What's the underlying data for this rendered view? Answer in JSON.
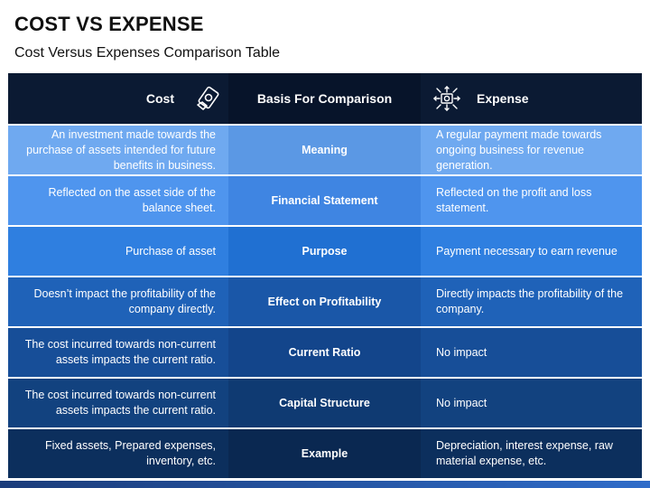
{
  "title": "COST VS EXPENSE",
  "subtitle": "Cost Versus Expenses Comparison Table",
  "headers": {
    "cost": "Cost",
    "basis": "Basis For Comparison",
    "expense": "Expense",
    "cost_icon": "money-hand-icon",
    "expense_icon": "dollar-arrows-icon"
  },
  "rows": [
    {
      "basis": "Meaning",
      "cost": "An investment made towards the purchase of assets intended for future benefits in business.",
      "expense": "A regular payment made towards ongoing business for revenue generation."
    },
    {
      "basis": "Financial Statement",
      "cost": "Reflected on the asset side of the balance sheet.",
      "expense": "Reflected on the profit and loss statement."
    },
    {
      "basis": "Purpose",
      "cost": "Purchase of asset",
      "expense": "Payment necessary to earn revenue"
    },
    {
      "basis": "Effect on Profitability",
      "cost": "Doesn’t impact the profitability of the company directly.",
      "expense": "Directly impacts the profitability of the company."
    },
    {
      "basis": "Current Ratio",
      "cost": "The cost incurred towards non-current assets impacts the current ratio.",
      "expense": "No impact"
    },
    {
      "basis": "Capital Structure",
      "cost": "The cost incurred towards non-current assets impacts the current ratio.",
      "expense": "No impact"
    },
    {
      "basis": "Example",
      "cost": "Fixed assets, Prepared expenses, inventory, etc.",
      "expense": "Depreciation, interest expense, raw material expense, etc."
    }
  ],
  "colors": {
    "header_bg": "#0b1a33",
    "row_side": [
      "#6fa9f0",
      "#4f95ee",
      "#2f7fe0",
      "#1f62b8",
      "#174e98",
      "#12427f",
      "#0c2f5d"
    ],
    "row_mid": [
      "#5b98e4",
      "#3f85e2",
      "#2070d2",
      "#1a57a8",
      "#13458b",
      "#0f3a72",
      "#0a2851"
    ]
  }
}
